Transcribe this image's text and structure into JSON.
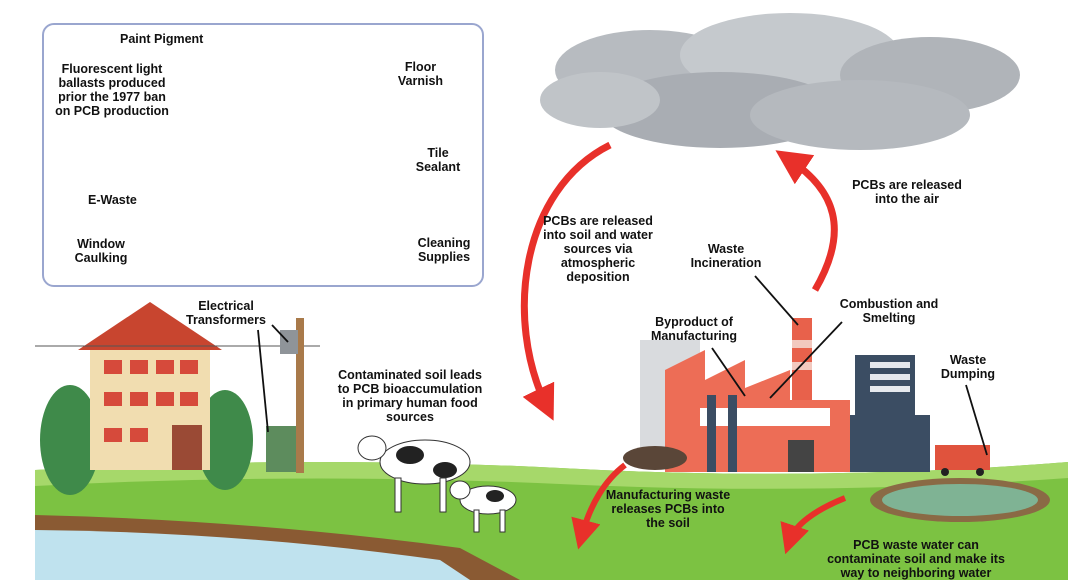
{
  "house_panel": {
    "labels": {
      "paint_pigment": "Paint Pigment",
      "fluorescent": "Fluorescent light\nballasts produced\nprior the 1977 ban\non PCB production",
      "floor_varnish": "Floor\nVarnish",
      "tile_sealant": "Tile\nSealant",
      "e_waste": "E-Waste",
      "window_caulking": "Window\nCaulking",
      "cleaning_supplies": "Cleaning\nSupplies"
    }
  },
  "cycle_labels": {
    "atmospheric_deposition": "PCBs are released\ninto soil and water\nsources via\natmospheric\ndeposition",
    "released_air": "PCBs are released\ninto the air",
    "waste_incineration": "Waste\nIncineration",
    "combustion_smelting": "Combustion and\nSmelting",
    "byproduct_manufacturing": "Byproduct of\nManufacturing",
    "waste_dumping": "Waste\nDumping",
    "electrical_transformers": "Electrical\nTransformers",
    "contaminated_soil": "Contaminated soil leads\nto PCB bioaccumulation\nin primary human food\nsources",
    "manufacturing_waste": "Manufacturing waste\nreleases PCBs into\nthe soil",
    "pcb_waste_water": "PCB waste water can\ncontaminate soil and make its\nway to neighboring water"
  },
  "colors": {
    "arrow_red": "#e8302a",
    "panel_border": "#9aa6cf",
    "grass": "#7cc242",
    "water": "#bfe2ee",
    "smoke": "#a9adb3"
  }
}
